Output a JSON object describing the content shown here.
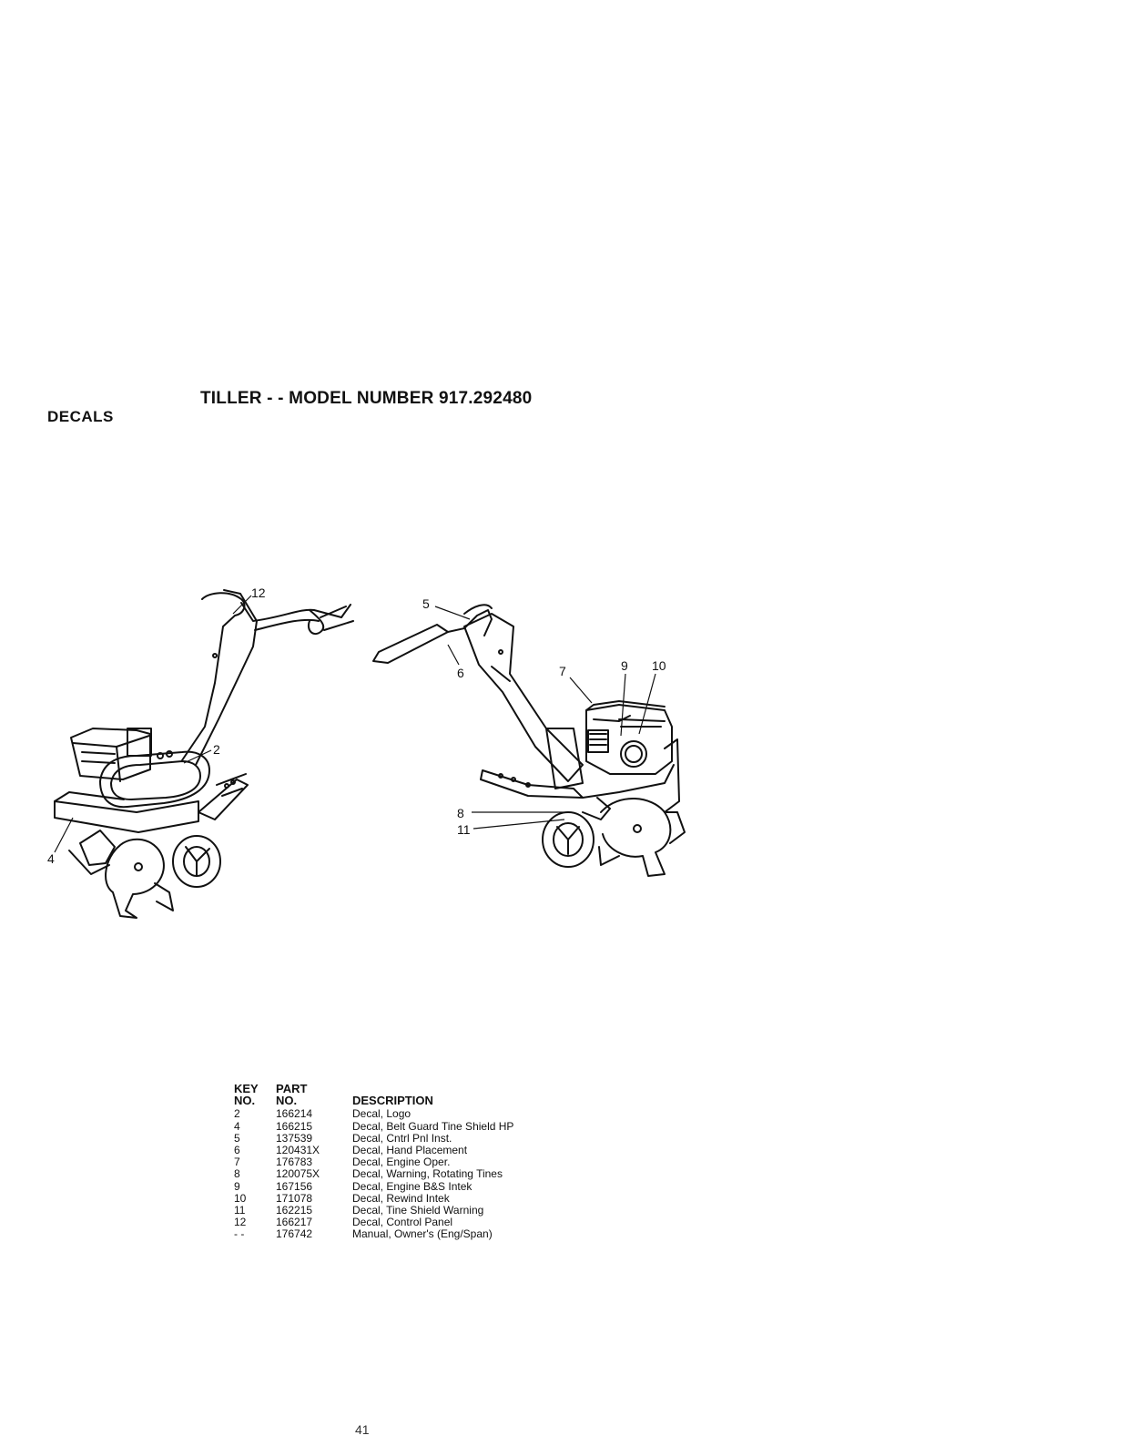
{
  "header": {
    "title": "TILLER - - MODEL NUMBER 917.292480",
    "section": "DECALS"
  },
  "illustration": {
    "left_callouts": [
      "12",
      "2",
      "4"
    ],
    "right_callouts": [
      "5",
      "6",
      "7",
      "9",
      "10",
      "8",
      "11"
    ]
  },
  "parts_table": {
    "headers": {
      "key_top": "KEY",
      "key_bottom": "NO.",
      "part_top": "PART",
      "part_bottom": "NO.",
      "description": "DESCRIPTION"
    },
    "rows": [
      {
        "key": "2",
        "part": "166214",
        "description": "Decal, Logo"
      },
      {
        "key": "4",
        "part": "166215",
        "description": "Decal, Belt Guard Tine Shield HP"
      },
      {
        "key": "5",
        "part": "137539",
        "description": "Decal, Cntrl Pnl Inst."
      },
      {
        "key": "6",
        "part": "120431X",
        "description": "Decal, Hand Placement"
      },
      {
        "key": "7",
        "part": "176783",
        "description": "Decal, Engine Oper."
      },
      {
        "key": "8",
        "part": "120075X",
        "description": "Decal, Warning, Rotating Tines"
      },
      {
        "key": "9",
        "part": "167156",
        "description": "Decal, Engine B&S Intek"
      },
      {
        "key": "10",
        "part": "171078",
        "description": "Decal, Rewind Intek"
      },
      {
        "key": "11",
        "part": "162215",
        "description": "Decal, Tine Shield Warning"
      },
      {
        "key": "12",
        "part": "166217",
        "description": "Decal, Control Panel"
      },
      {
        "key": "- -",
        "part": "176742",
        "description": "Manual, Owner's (Eng/Span)"
      }
    ]
  },
  "footer": {
    "page_number": "41"
  }
}
